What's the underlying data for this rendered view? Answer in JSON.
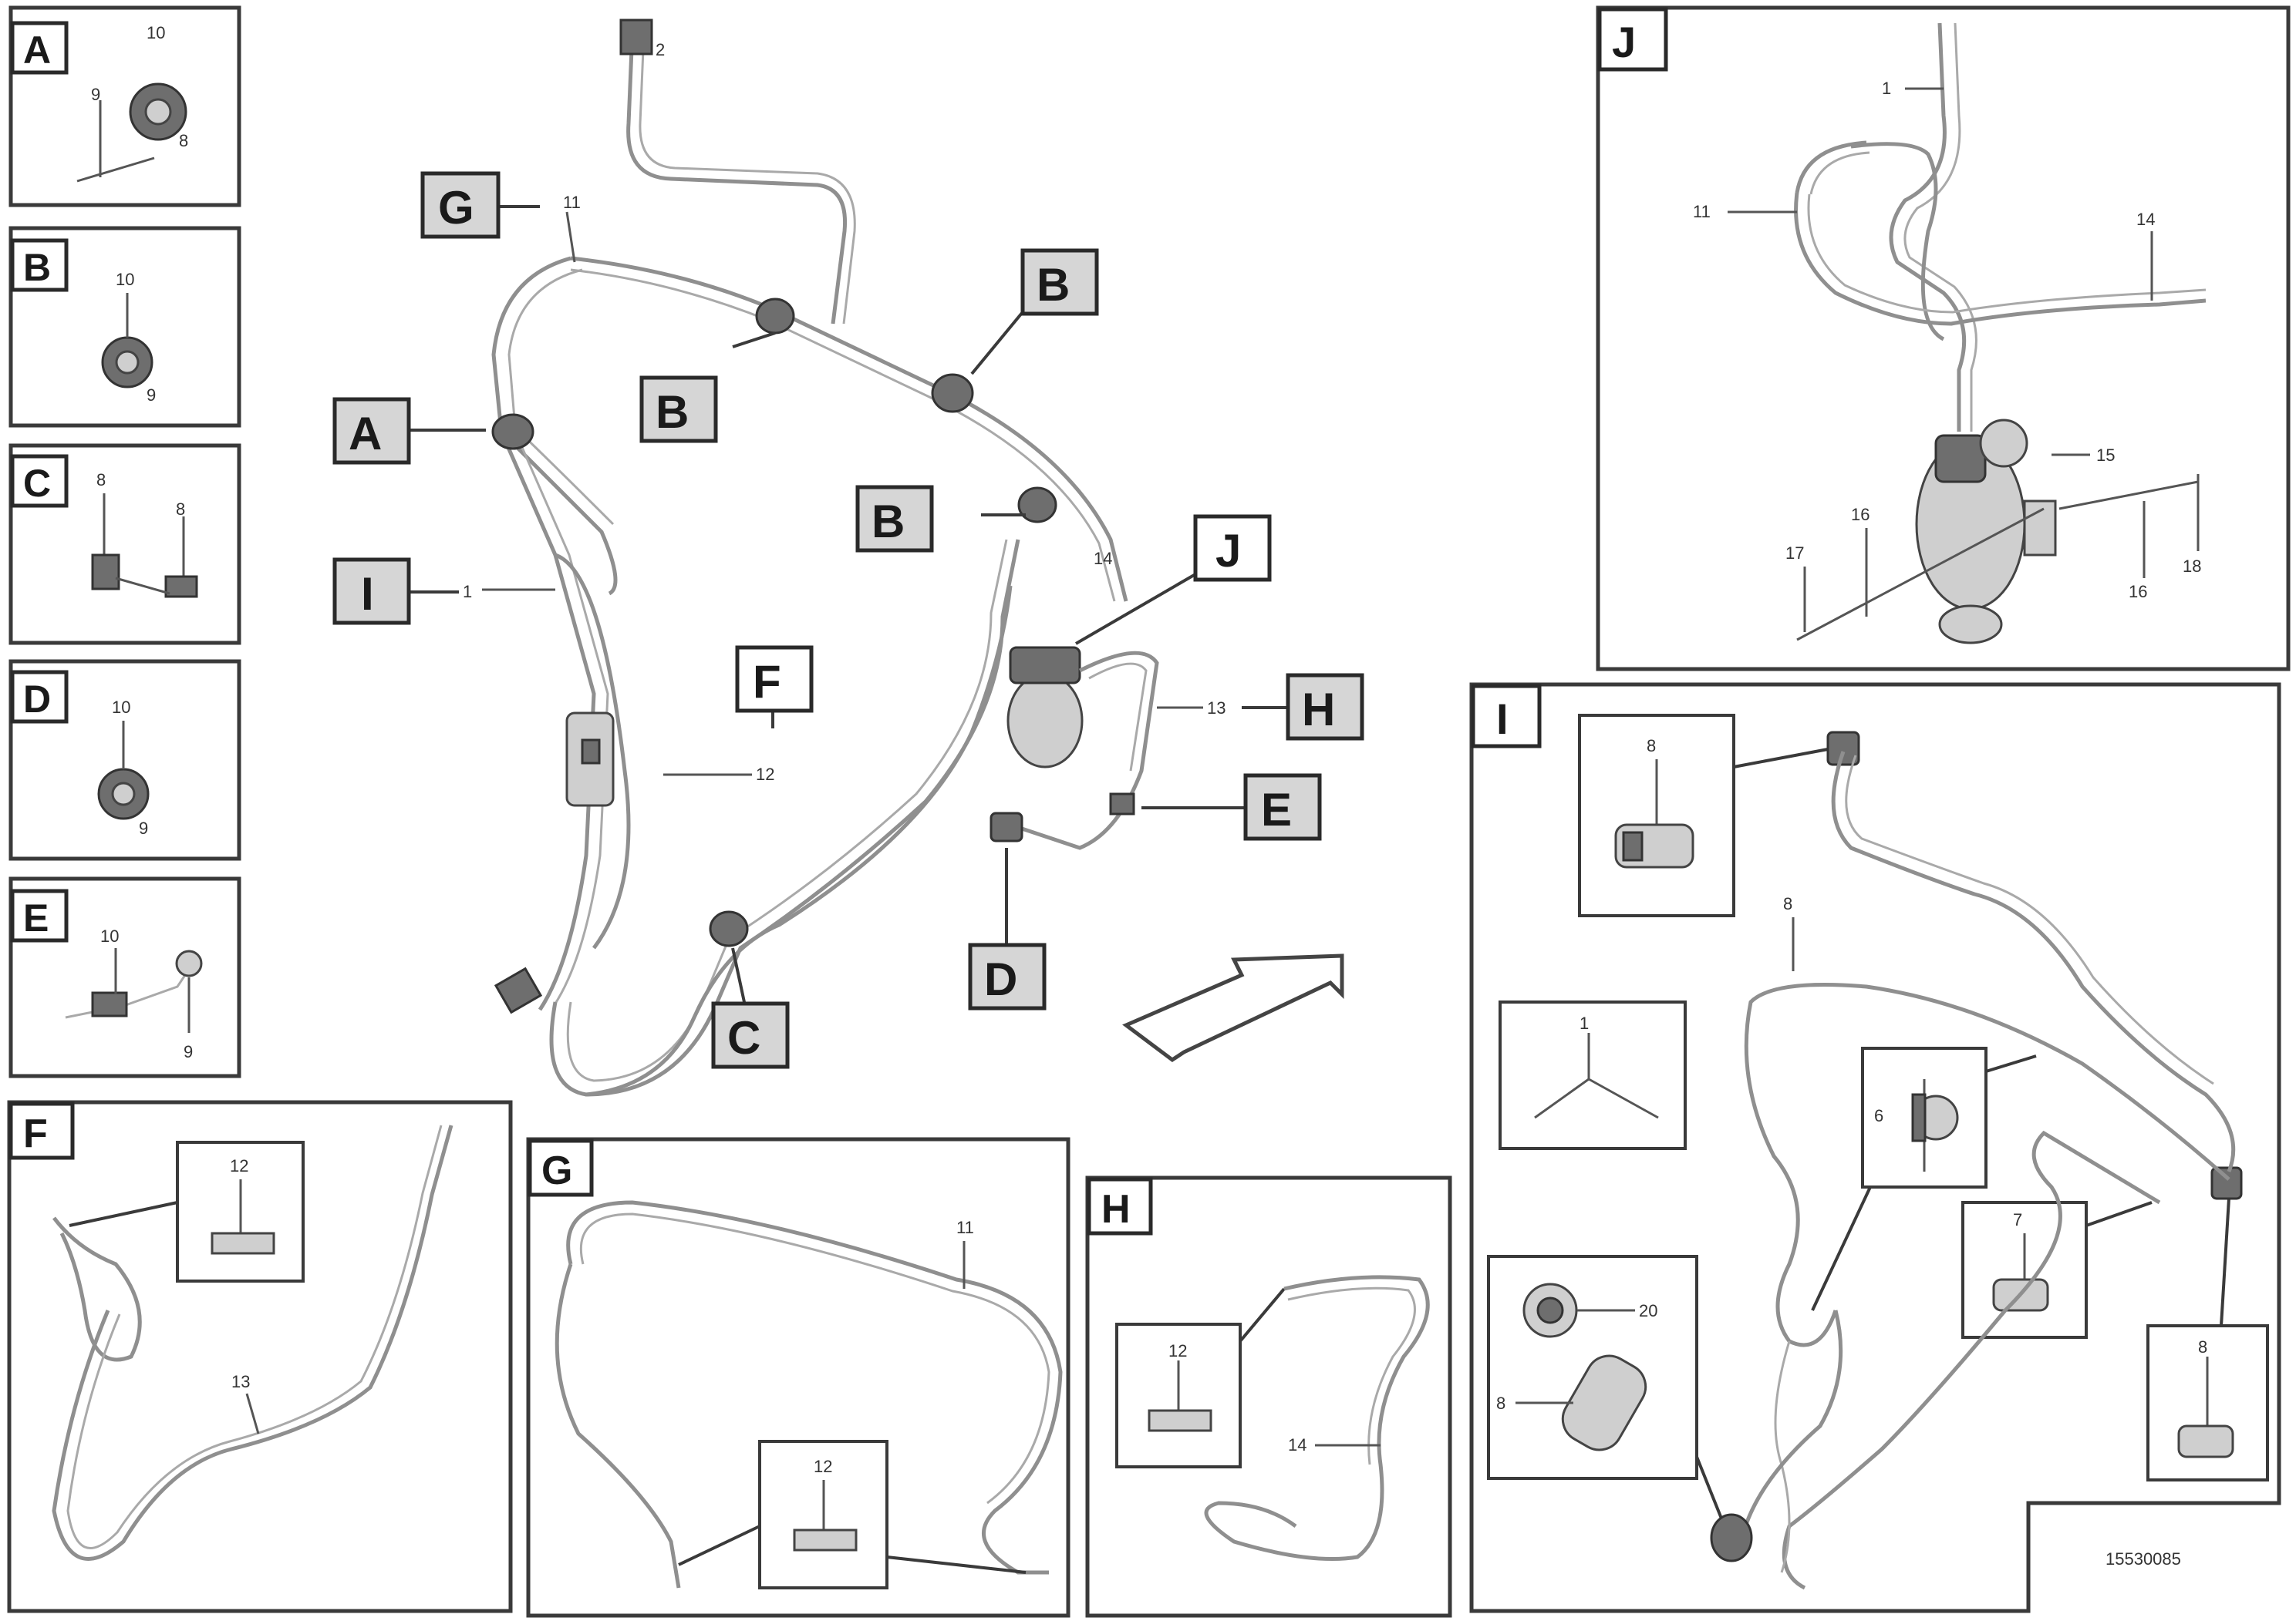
{
  "main_callouts": {
    "G": "G",
    "A": "A",
    "I": "I",
    "B1": "B",
    "B2": "B",
    "B3": "B",
    "F": "F",
    "J": "J",
    "H": "H",
    "E": "E",
    "D": "D",
    "C": "C"
  },
  "main_numbers": {
    "n2": "2",
    "n11a": "11",
    "n1": "1",
    "n12": "12",
    "n13": "13",
    "n14": "14"
  },
  "detail_A": {
    "label": "A",
    "n1": "10",
    "n2": "9",
    "n3": "8"
  },
  "detail_B": {
    "label": "B",
    "n1": "10",
    "n2": "9"
  },
  "detail_C": {
    "label": "C",
    "n1": "8",
    "n2": "8"
  },
  "detail_D": {
    "label": "D",
    "n1": "10",
    "n2": "9"
  },
  "detail_E": {
    "label": "E",
    "n1": "10",
    "n2": "9"
  },
  "detail_F": {
    "label": "F",
    "n1": "12",
    "n2": "13"
  },
  "detail_G": {
    "label": "G",
    "n1": "11",
    "n2": "12"
  },
  "detail_H": {
    "label": "H",
    "n1": "12",
    "n2": "14"
  },
  "detail_J": {
    "label": "J",
    "n1": "1",
    "n2": "11",
    "n3": "14",
    "n4": "15",
    "n5": "17",
    "n6": "16",
    "n7": "16",
    "n8": "18"
  },
  "detail_I": {
    "label": "I",
    "n1": "8",
    "n2": "1",
    "n3": "7",
    "n4": "6",
    "n5": "20",
    "n6": "8",
    "n7": "8",
    "n8": "8"
  },
  "footer": {
    "ref": "15530085"
  }
}
